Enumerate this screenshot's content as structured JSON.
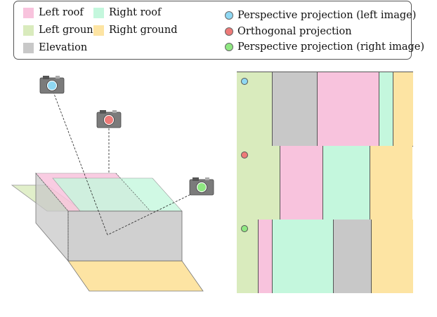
{
  "legend": {
    "categories": [
      {
        "key": "left_roof",
        "label": "Left roof",
        "color": "#f8c3dd"
      },
      {
        "key": "right_roof",
        "label": "Right roof",
        "color": "#c4f7dd"
      },
      {
        "key": "left_ground",
        "label": "Left ground",
        "color": "#d9ebbd"
      },
      {
        "key": "right_ground",
        "label": "Right ground",
        "color": "#fde4a3"
      },
      {
        "key": "elevation",
        "label": "Elevation",
        "color": "#c8c8c8"
      }
    ],
    "projections": [
      {
        "label": "Perspective projection (left image)",
        "color": "#8fd8f3"
      },
      {
        "label": "Orthogonal projection",
        "color": "#ee7a78"
      },
      {
        "label": "Perspective projection (right image)",
        "color": "#8fe882"
      }
    ]
  },
  "projection_strips": [
    {
      "dot_color": "#8fd8f3",
      "segments": [
        {
          "category": "left_ground",
          "width": 0.2
        },
        {
          "category": "elevation",
          "width": 0.255
        },
        {
          "category": "left_roof",
          "width": 0.35
        },
        {
          "category": "right_roof",
          "width": 0.08
        },
        {
          "category": "right_ground",
          "width": 0.115
        }
      ]
    },
    {
      "dot_color": "#ee7a78",
      "segments": [
        {
          "category": "left_ground",
          "width": 0.245
        },
        {
          "category": "left_roof",
          "width": 0.245
        },
        {
          "category": "right_roof",
          "width": 0.265
        },
        {
          "category": "right_ground",
          "width": 0.245
        }
      ]
    },
    {
      "dot_color": "#8fe882",
      "segments": [
        {
          "category": "left_ground",
          "width": 0.12
        },
        {
          "category": "left_roof",
          "width": 0.08
        },
        {
          "category": "right_roof",
          "width": 0.345
        },
        {
          "category": "elevation",
          "width": 0.215
        },
        {
          "category": "right_ground",
          "width": 0.24
        }
      ]
    }
  ],
  "cameras": [
    {
      "name": "camera-left-icon",
      "lens_color": "#8fd8f3"
    },
    {
      "name": "camera-ortho-icon",
      "lens_color": "#ee7a78"
    },
    {
      "name": "camera-right-icon",
      "lens_color": "#8fe882"
    }
  ]
}
